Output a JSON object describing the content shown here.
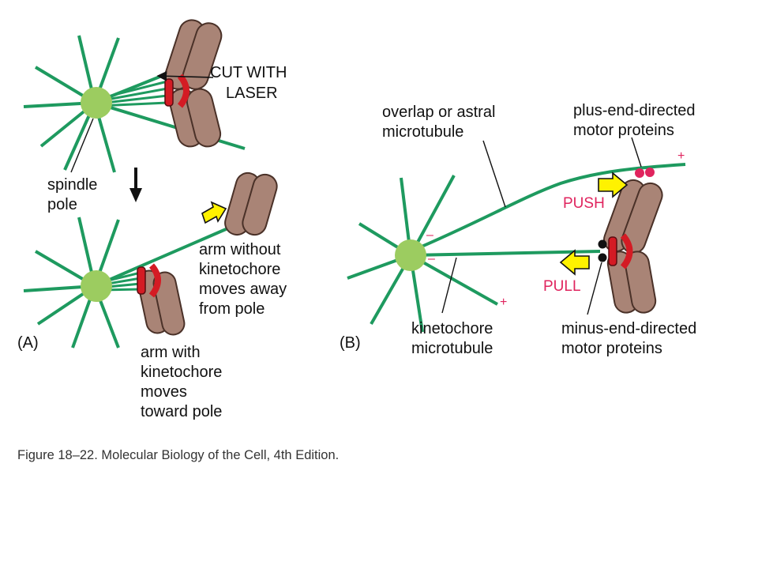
{
  "colors": {
    "microtubule": "#1e9a5f",
    "pole": "#9ccc60",
    "chromosome": "#a98476",
    "kinetochore": "#d41b24",
    "motor_plus": "#e0245e",
    "motor_minus": "#111111",
    "arrow": "#fff200",
    "accent_text": "#e0245e"
  },
  "panel_a": {
    "letter": "(A)",
    "cut_label": [
      "CUT WITH",
      "LASER"
    ],
    "pole_label": [
      "spindle",
      "pole"
    ],
    "arm_away_label": [
      "arm without",
      "kinetochore",
      "moves away",
      "from pole"
    ],
    "arm_toward_label": [
      "arm with",
      "kinetochore",
      "moves",
      "toward pole"
    ]
  },
  "panel_b": {
    "letter": "(B)",
    "overlap_label": [
      "overlap or astral",
      "microtubule"
    ],
    "plus_motor_label": [
      "plus-end-directed",
      "motor proteins"
    ],
    "push_label": "PUSH",
    "pull_label": "PULL",
    "kinetochore_mt_label": [
      "kinetochore",
      "microtubule"
    ],
    "minus_motor_label": [
      "minus-end-directed",
      "motor proteins"
    ],
    "plus_sign": "+",
    "minus_sign": "–"
  },
  "caption": "Figure 18–22. Molecular Biology of the Cell, 4th Edition."
}
